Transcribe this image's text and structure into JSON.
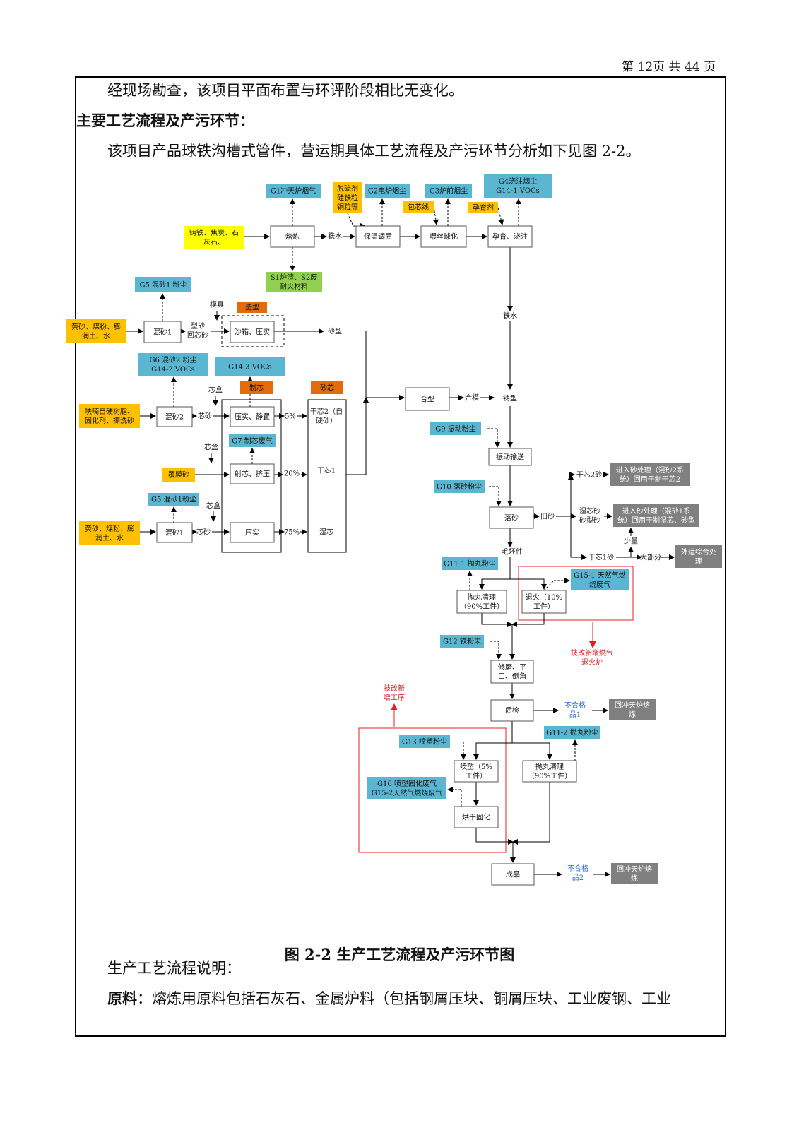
{
  "header": {
    "page_label": "第 12页   共 44 页"
  },
  "text": {
    "p1": "经现场勘查，该项目平面布置与环评阶段相比无变化。",
    "h1": "主要工艺流程及产污环节：",
    "p2": "该项目产品球铁沟槽式管件，营运期具体工艺流程及产污环节分析如下见图 2-2。",
    "caption": "图 2-2    生产工艺流程及产污环节图",
    "p3": "生产工艺流程说明：",
    "p4_bold": "原料",
    "p4": "：熔炼用原料包括石灰石、金属炉料（包括钢屑压块、铜屑压块、工业废钢、工业"
  },
  "colors": {
    "yellow": "#ffff00",
    "orange": "#ffc000",
    "blue": "#5bb7d1",
    "green": "#92d050",
    "darkorange": "#e36c0a",
    "gray": "#808080",
    "red": "#e02020"
  },
  "diagram": {
    "nodes": [
      {
        "id": "n1",
        "lines": [
          "铸铁、焦炭、石",
          "灰石、"
        ],
        "style": "yellow"
      },
      {
        "id": "n2",
        "lines": [
          "熔炼"
        ],
        "style": "box"
      },
      {
        "id": "n3",
        "lines": [
          "保温调质"
        ],
        "style": "box"
      },
      {
        "id": "n4",
        "lines": [
          "喂丝球化"
        ],
        "style": "box"
      },
      {
        "id": "n5",
        "lines": [
          "孕育、浇注"
        ],
        "style": "box"
      },
      {
        "id": "n6",
        "lines": [
          "G1冲天炉烟气"
        ],
        "style": "blue"
      },
      {
        "id": "n7",
        "lines": [
          "脱硫剂",
          "硅铁粒",
          "铜粒等"
        ],
        "style": "orange"
      },
      {
        "id": "n8",
        "lines": [
          "G2电炉烟尘"
        ],
        "style": "blue"
      },
      {
        "id": "n9",
        "lines": [
          "G3炉前烟尘"
        ],
        "style": "blue"
      },
      {
        "id": "n10",
        "lines": [
          "包芯线"
        ],
        "style": "orange"
      },
      {
        "id": "n11",
        "lines": [
          "G4浇注烟尘",
          "G14-1 VOCs"
        ],
        "style": "blue"
      },
      {
        "id": "n12",
        "lines": [
          "孕育剂"
        ],
        "style": "orange"
      },
      {
        "id": "n13",
        "lines": [
          "S1炉渣、S2废",
          "耐火材料"
        ],
        "style": "green"
      },
      {
        "id": "n14",
        "lines": [
          "G5 混砂1 粉尘"
        ],
        "style": "blue"
      },
      {
        "id": "n15",
        "lines": [
          "黄砂、煤粉、膨",
          "润土、水"
        ],
        "style": "orange"
      },
      {
        "id": "n16",
        "lines": [
          "混砂1"
        ],
        "style": "box"
      },
      {
        "id": "n17",
        "lines": [
          "沙箱、压实"
        ],
        "style": "box"
      },
      {
        "id": "n18",
        "lines": [
          "造型"
        ],
        "style": "darkorange"
      },
      {
        "id": "n19",
        "lines": [
          "G6 混砂2 粉尘",
          "G14-2 VOCs"
        ],
        "style": "blue"
      },
      {
        "id": "n20",
        "lines": [
          "G14-3 VOCs"
        ],
        "style": "blue"
      },
      {
        "id": "n21",
        "lines": [
          "呋喃自硬树脂、",
          "固化剂、擦洗砂"
        ],
        "style": "orange"
      },
      {
        "id": "n22",
        "lines": [
          "混砂2"
        ],
        "style": "box"
      },
      {
        "id": "n23",
        "lines": [
          "制芯"
        ],
        "style": "darkorange"
      },
      {
        "id": "n24",
        "lines": [
          "砂芯"
        ],
        "style": "darkorange"
      },
      {
        "id": "n25",
        "lines": [
          "压实、静置"
        ],
        "style": "box"
      },
      {
        "id": "n26",
        "lines": [
          "G7 制芯废气"
        ],
        "style": "blue"
      },
      {
        "id": "n27",
        "lines": [
          "覆膜砂"
        ],
        "style": "orange"
      },
      {
        "id": "n28",
        "lines": [
          "射芯、挤压"
        ],
        "style": "box"
      },
      {
        "id": "n29",
        "lines": [
          "G5 混砂1粉尘"
        ],
        "style": "blue"
      },
      {
        "id": "n30",
        "lines": [
          "黄砂、煤粉、膨",
          "润土、水"
        ],
        "style": "orange"
      },
      {
        "id": "n31",
        "lines": [
          "混砂1"
        ],
        "style": "box"
      },
      {
        "id": "n32",
        "lines": [
          "压实"
        ],
        "style": "box"
      },
      {
        "id": "n33",
        "lines": [
          "合型"
        ],
        "style": "box"
      },
      {
        "id": "n34",
        "lines": [
          "铸型"
        ],
        "style": "plain"
      },
      {
        "id": "n35",
        "lines": [
          "G9 振动粉尘"
        ],
        "style": "blue"
      },
      {
        "id": "n36",
        "lines": [
          "振动输送"
        ],
        "style": "box"
      },
      {
        "id": "n37",
        "lines": [
          "G10 落砂粉尘"
        ],
        "style": "blue"
      },
      {
        "id": "n38",
        "lines": [
          "落砂"
        ],
        "style": "box"
      },
      {
        "id": "n39",
        "lines": [
          "进入砂处理（混砂2系",
          "统）回用于制干芯2"
        ],
        "style": "gray"
      },
      {
        "id": "n40",
        "lines": [
          "进入砂处理（混砂1系",
          "统）回用于制湿芯、砂型"
        ],
        "style": "gray"
      },
      {
        "id": "n41",
        "lines": [
          "外运综合处",
          "理"
        ],
        "style": "gray"
      },
      {
        "id": "n42",
        "lines": [
          "G11-1 抛丸粉尘"
        ],
        "style": "blue"
      },
      {
        "id": "n43",
        "lines": [
          "G15-1 天然气燃",
          "烧废气"
        ],
        "style": "blue"
      },
      {
        "id": "n44",
        "lines": [
          "抛丸清理",
          "（90%工件）"
        ],
        "style": "box"
      },
      {
        "id": "n45",
        "lines": [
          "退火（10%",
          "工件）"
        ],
        "style": "box"
      },
      {
        "id": "n46",
        "lines": [
          "G12 铁粉末"
        ],
        "style": "blue"
      },
      {
        "id": "n47",
        "lines": [
          "修磨、平",
          "口、倒角"
        ],
        "style": "box"
      },
      {
        "id": "n48",
        "lines": [
          "质检"
        ],
        "style": "box"
      },
      {
        "id": "n49",
        "lines": [
          "回冲天炉熔",
          "炼"
        ],
        "style": "gray"
      },
      {
        "id": "n50",
        "lines": [
          "G11-2 抛丸粉尘"
        ],
        "style": "blue"
      },
      {
        "id": "n51",
        "lines": [
          "G13 喷塑粉尘"
        ],
        "style": "blue"
      },
      {
        "id": "n52",
        "lines": [
          "喷塑（5%",
          "工件）"
        ],
        "style": "box"
      },
      {
        "id": "n53",
        "lines": [
          "抛丸清理",
          "（90%工件）"
        ],
        "style": "box"
      },
      {
        "id": "n54",
        "lines": [
          "G16 喷塑固化废气",
          "G15-2天然气燃烧废气"
        ],
        "style": "blue"
      },
      {
        "id": "n55",
        "lines": [
          "烘干固化"
        ],
        "style": "box"
      },
      {
        "id": "n56",
        "lines": [
          "成品"
        ],
        "style": "box"
      },
      {
        "id": "n57",
        "lines": [
          "回冲天炉熔",
          "炼"
        ],
        "style": "gray"
      }
    ],
    "labels": [
      {
        "id": "l1",
        "lines": [
          "铁水"
        ]
      },
      {
        "id": "l2",
        "lines": [
          "铁水"
        ]
      },
      {
        "id": "l3",
        "lines": [
          "模具"
        ]
      },
      {
        "id": "l4",
        "lines": [
          "型砂",
          "回芯砂"
        ]
      },
      {
        "id": "l5",
        "lines": [
          "砂型"
        ]
      },
      {
        "id": "l6",
        "lines": [
          "芯盒"
        ]
      },
      {
        "id": "l7",
        "lines": [
          "芯砂"
        ]
      },
      {
        "id": "l8",
        "lines": [
          "5%"
        ]
      },
      {
        "id": "l9",
        "lines": [
          "芯盒"
        ]
      },
      {
        "id": "l10",
        "lines": [
          "20%"
        ]
      },
      {
        "id": "l11",
        "lines": [
          "芯盒"
        ]
      },
      {
        "id": "l12",
        "lines": [
          "芯砂"
        ]
      },
      {
        "id": "l13",
        "lines": [
          "75%"
        ]
      },
      {
        "id": "l14",
        "lines": [
          "干芯2（自",
          "硬砂）"
        ]
      },
      {
        "id": "l15",
        "lines": [
          "干芯1"
        ]
      },
      {
        "id": "l16",
        "lines": [
          "湿芯"
        ]
      },
      {
        "id": "l17",
        "lines": [
          "合模"
        ]
      },
      {
        "id": "l18",
        "lines": [
          "铁水"
        ]
      },
      {
        "id": "l19",
        "lines": [
          "旧砂"
        ]
      },
      {
        "id": "l20",
        "lines": [
          "干芯2砂"
        ]
      },
      {
        "id": "l21",
        "lines": [
          "湿芯砂",
          "砂型砂"
        ]
      },
      {
        "id": "l22",
        "lines": [
          "少量"
        ]
      },
      {
        "id": "l23",
        "lines": [
          "干芯1砂"
        ]
      },
      {
        "id": "l24",
        "lines": [
          "大部分"
        ]
      },
      {
        "id": "l25",
        "lines": [
          "毛坯件"
        ]
      },
      {
        "id": "l26",
        "lines": [
          "技改新增燃气",
          "退火炉"
        ]
      },
      {
        "id": "l27",
        "lines": [
          "技改新",
          "增工序"
        ]
      },
      {
        "id": "l28",
        "lines": [
          "不合格",
          "品1"
        ]
      },
      {
        "id": "l29",
        "lines": [
          "不合格",
          "品2"
        ]
      }
    ]
  }
}
